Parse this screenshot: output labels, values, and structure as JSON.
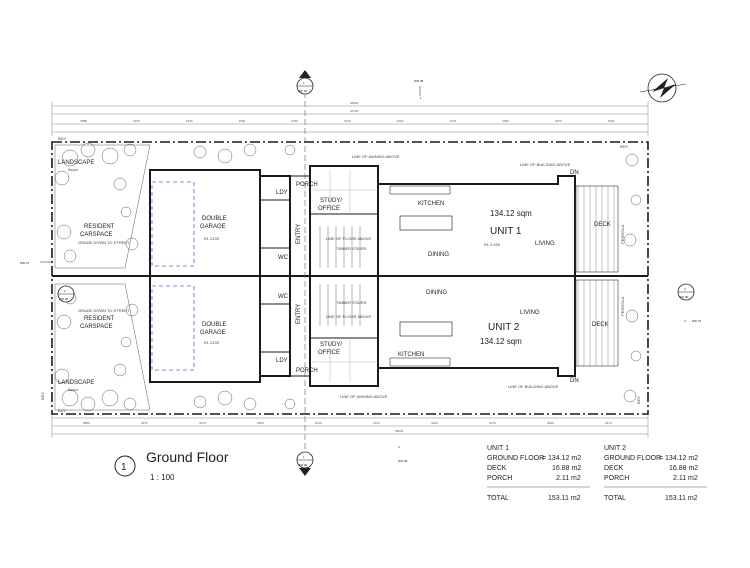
{
  "drawing": {
    "view_number": "1",
    "title": "Ground Floor",
    "scale": "1 : 100"
  },
  "unit_labels": {
    "unit1": "UNIT 1",
    "unit1_area": "134.12 sqm",
    "unit2": "UNIT 2",
    "unit2_area": "134.12 sqm"
  },
  "rooms": {
    "landscape": "LANDSCAPE",
    "landscape_area": "5sqm",
    "resident": "RESIDENT",
    "carspace": "CARSPACE",
    "double": "DOUBLE",
    "garage": "GARAGE",
    "ldy": "LDY",
    "porch": "PORCH",
    "study": "STUDY/",
    "office": "OFFICE",
    "entry": "ENTRY",
    "wc": "WC",
    "kitchen": "KITCHEN",
    "dining": "DINING",
    "living": "LIVING",
    "deck": "DECK",
    "dn": "DN",
    "bdy": "BDY",
    "pergola": "PERGOLA",
    "rl_garage": "RL 2130",
    "rl_living": "RL 2.920",
    "grade_down": "GRADE DOWN TO STREET",
    "timber_stairs": "TIMBER STAIRS",
    "line_awning": "LINE OF AWNING ABOVE",
    "line_building": "LINE OF BUILDING ABOVE",
    "line_floor": "LINE OF FLOOR ABOVE"
  },
  "section_tags": {
    "wd08_top": "WD 08",
    "wd08_top_num": "1",
    "wd06_top_num": "1",
    "wd06_top_ref": "WD 06",
    "wd07_left": "WD 07",
    "wd06_left_num": "2",
    "wd06_left_ref": "WD 06",
    "wd06_right_num": "2",
    "wd06_right_ref": "WD 06",
    "wd07_right": "WD 07",
    "wd07_right_num": "4",
    "wd06_bottom_num": "1",
    "wd06_bottom_ref": "WD 06",
    "wd08_bottom": "WD 08",
    "wd08_bottom_num": "3"
  },
  "dimensions": {
    "overall_top": "38600",
    "overall_top2": "36700",
    "overall_bottom": "38600",
    "segs_top": [
      "5880",
      "4075",
      "1640",
      "1600",
      "2010",
      "3720",
      "4100",
      "4170",
      "4000",
      "2673",
      "1940"
    ],
    "segs_bottom": [
      "5880",
      "4075",
      "4170",
      "1600",
      "2010",
      "3720",
      "4100",
      "4170",
      "4000",
      "2673"
    ]
  },
  "schedule": {
    "unit1": {
      "title": "UNIT 1",
      "rows": [
        {
          "label": "GROUND FLOOR",
          "value": "= 134.12 m2"
        },
        {
          "label": "DECK",
          "value": "16.88 m2"
        },
        {
          "label": "PORCH",
          "value": "2.11 m2"
        }
      ],
      "total_label": "TOTAL",
      "total_value": "153.11 m2"
    },
    "unit2": {
      "title": "UNIT 2",
      "rows": [
        {
          "label": "GROUND FLOOR",
          "value": "= 134.12 m2"
        },
        {
          "label": "DECK",
          "value": "16.88 m2"
        },
        {
          "label": "PORCH",
          "value": "2.11 m2"
        }
      ],
      "total_label": "TOTAL",
      "total_value": "153.11 m2"
    }
  },
  "colors": {
    "line": "#1a1a1a",
    "dim": "#666666",
    "dash_garage": "#6a5acd"
  }
}
